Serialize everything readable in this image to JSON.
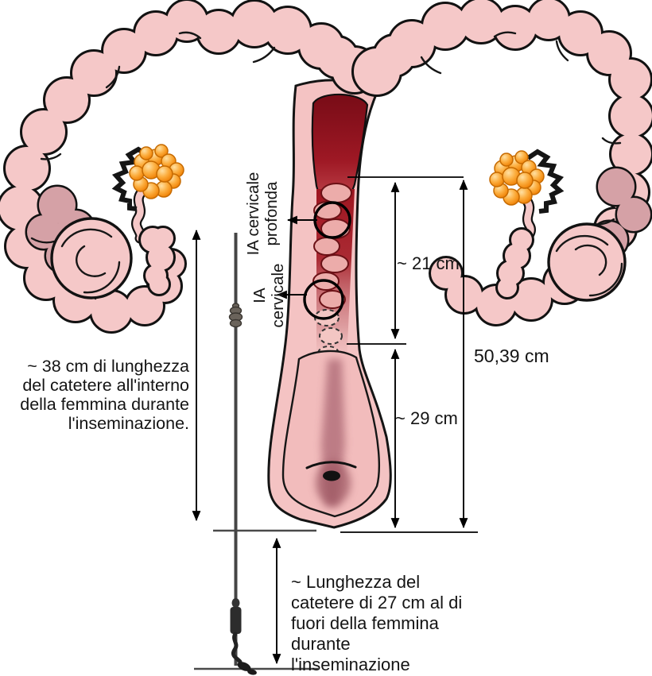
{
  "figure": {
    "labels": {
      "ia_cervicale_profonda": "IA cervicale\nprofonda",
      "ia_cervicale": "IA\ncervicale"
    },
    "measurements": {
      "upper_segment": "~ 21 cm",
      "total_length": "50,39 cm",
      "lower_segment": "~ 29 cm",
      "inside_note": "~ 38 cm di lunghezza\ndel catetere all'interno\ndella femmina durante\nl'inseminazione.",
      "outside_note": "~ Lunghezza del\ncatetere di 27 cm al di\nfuori della femmina\ndurante\nl'inseminazione"
    },
    "colors": {
      "horn_pink": "#f5c8c8",
      "horn_mauve": "#d5a1a6",
      "lumen_red": "#9c1520",
      "ovary_orange": "#f78f1e",
      "outline": "#121212"
    }
  }
}
